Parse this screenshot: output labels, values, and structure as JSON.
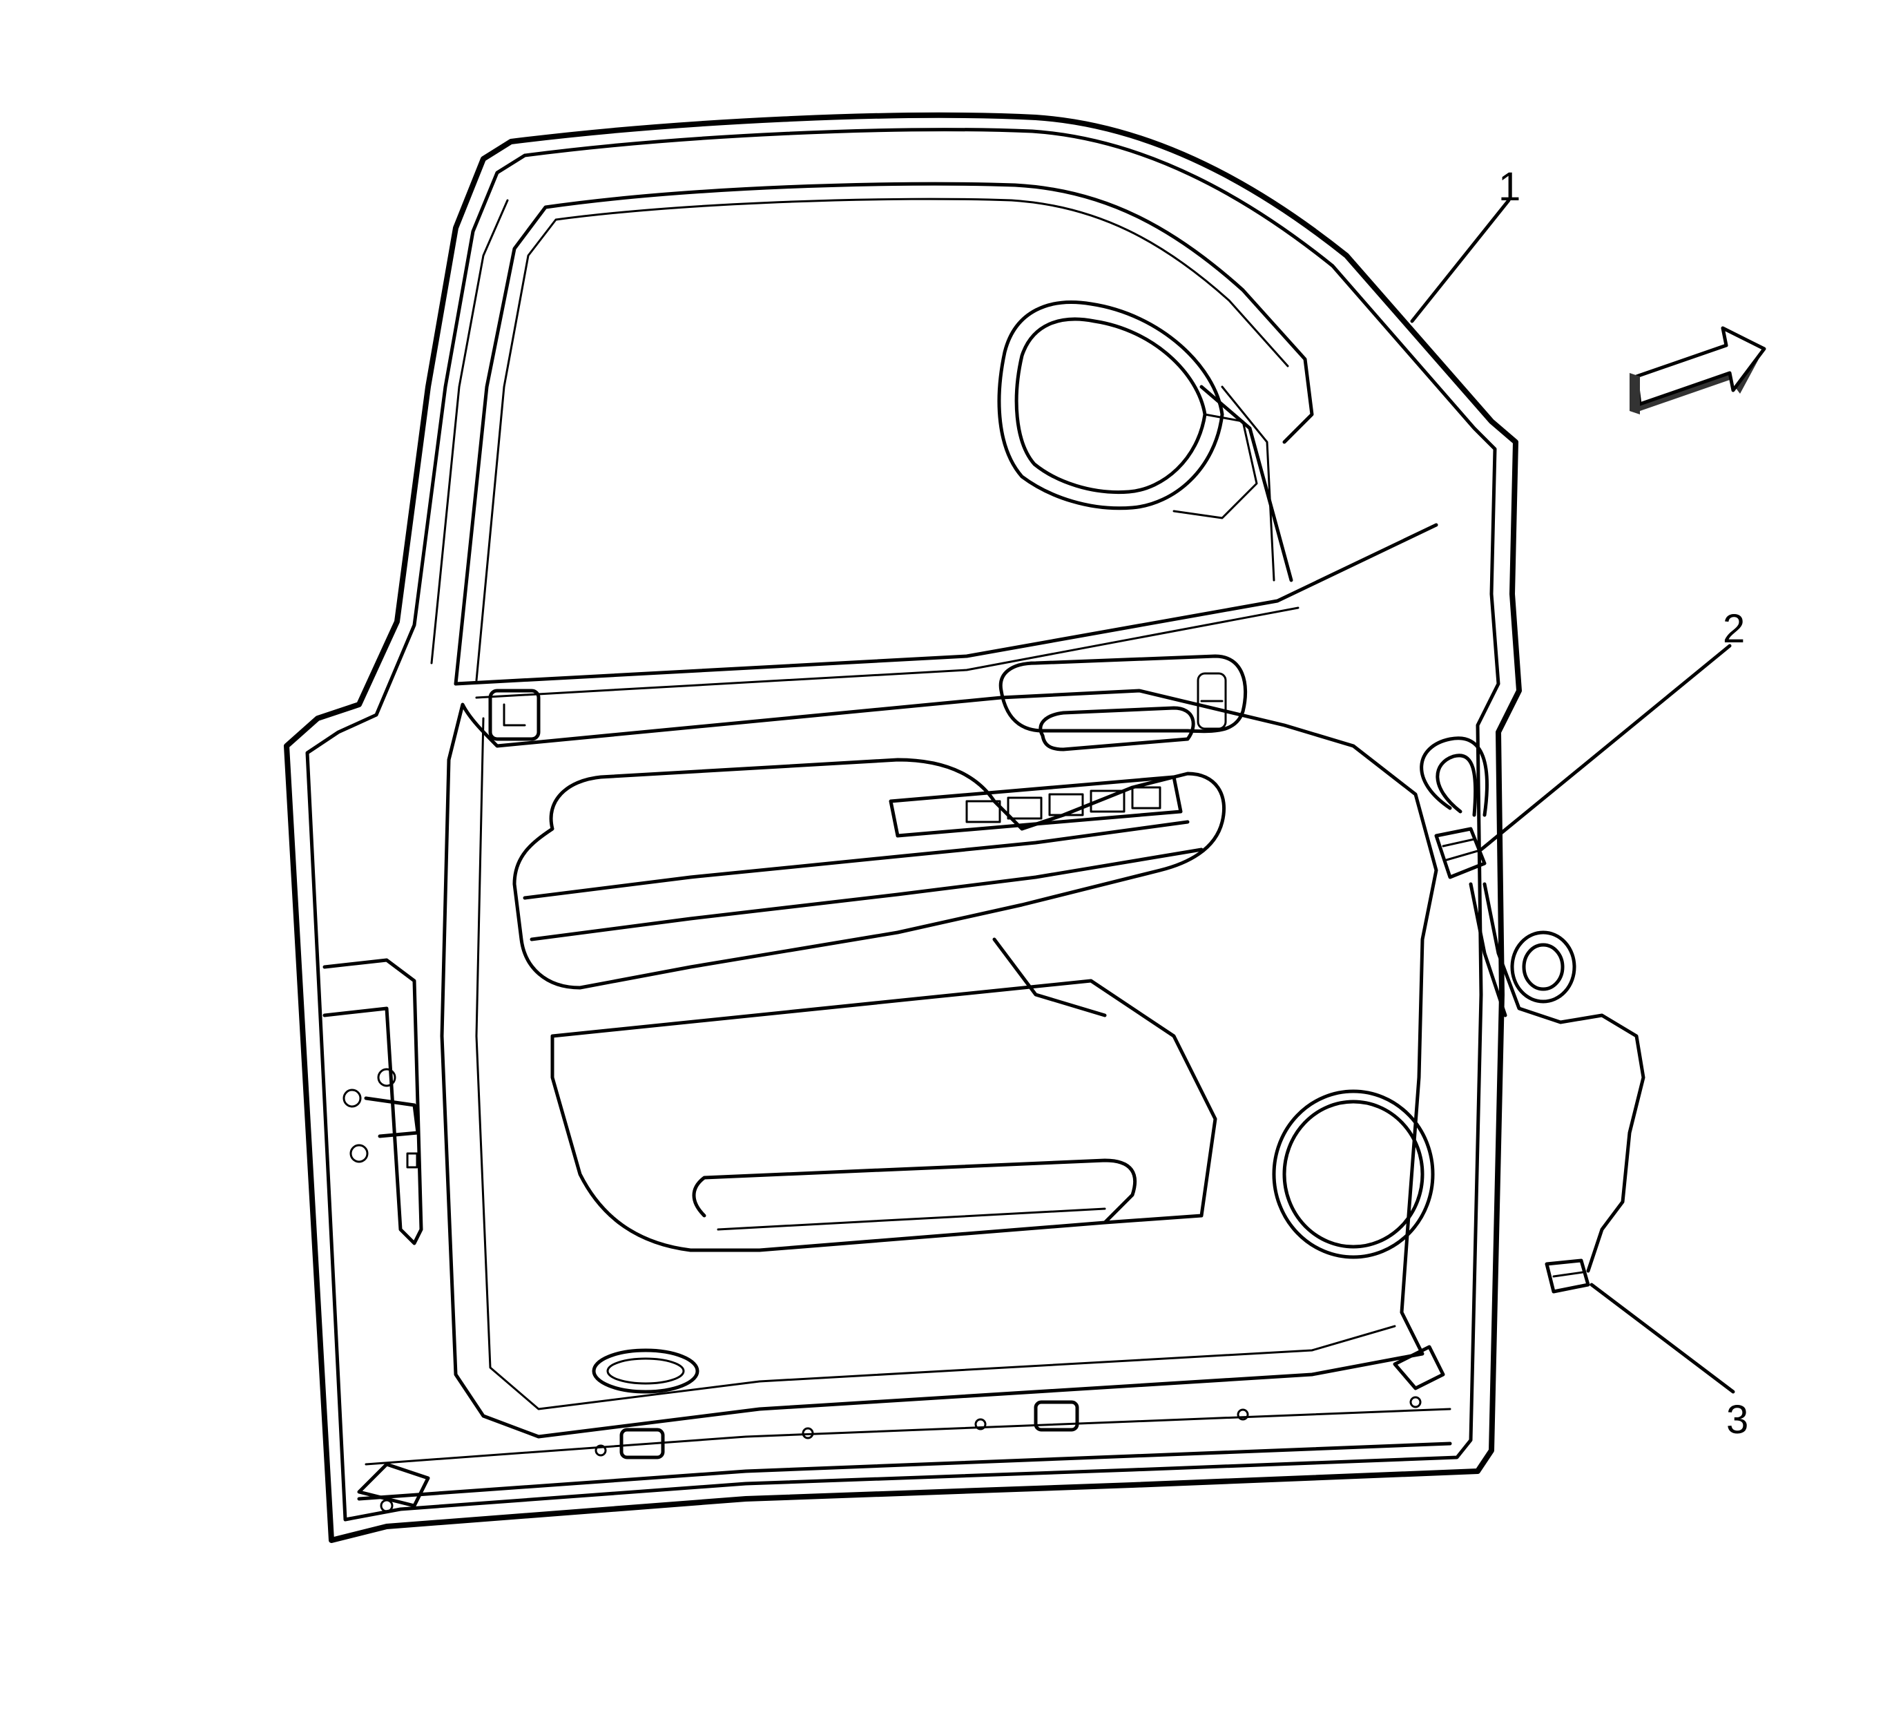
{
  "diagram": {
    "callouts": [
      {
        "id": "1",
        "label": "1"
      },
      {
        "id": "2",
        "label": "2"
      },
      {
        "id": "3",
        "label": "3"
      }
    ],
    "colors": {
      "line": "#000000",
      "background": "#ffffff",
      "arrow_light": "#ffffff",
      "arrow_dark": "#333333"
    }
  }
}
